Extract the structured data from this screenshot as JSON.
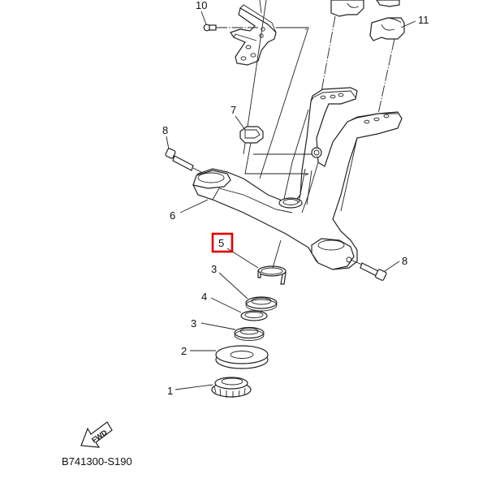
{
  "diagram": {
    "title_code": "B741300-S190",
    "fwd_label": "FWD",
    "highlight_color": "#e00000",
    "highlighted_part": "5",
    "callouts": [
      {
        "id": "c10",
        "label": "10"
      },
      {
        "id": "c11",
        "label": "11"
      },
      {
        "id": "c7",
        "label": "7"
      },
      {
        "id": "c8a",
        "label": "8"
      },
      {
        "id": "c6",
        "label": "6"
      },
      {
        "id": "c5",
        "label": "5"
      },
      {
        "id": "c8b",
        "label": "8"
      },
      {
        "id": "c3a",
        "label": "3"
      },
      {
        "id": "c4",
        "label": "4"
      },
      {
        "id": "c3b",
        "label": "3"
      },
      {
        "id": "c2",
        "label": "2"
      },
      {
        "id": "c1",
        "label": "1"
      }
    ]
  }
}
